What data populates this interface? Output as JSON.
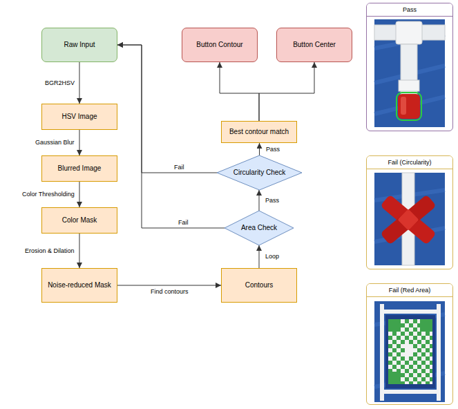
{
  "diagram": {
    "nodes": [
      {
        "text": [
          "Raw Input"
        ]
      },
      {
        "text": [
          "HSV Image"
        ]
      },
      {
        "text": [
          "Blurred Image"
        ]
      },
      {
        "text": [
          "Color Mask"
        ]
      },
      {
        "text": [
          "Noise-reduced Mask"
        ]
      },
      {
        "text": [
          "Button Contour"
        ]
      },
      {
        "text": [
          "Button Center"
        ]
      },
      {
        "text": [
          "Best contour match"
        ]
      },
      {
        "text": [
          "Circularity Check"
        ]
      },
      {
        "text": [
          "Area Check"
        ]
      },
      {
        "text": [
          "Contours"
        ]
      },
      {
        "text": [
          "Pass"
        ]
      },
      {
        "text": [
          "Fail (Circularity)"
        ]
      },
      {
        "text": [
          "Fail (Red Area)"
        ]
      }
    ],
    "edges": [
      {
        "from": 0,
        "to": 1,
        "label": "BGR2HSV",
        "arrow": "to"
      },
      {
        "from": 1,
        "to": 2,
        "label": "Gaussian Blur",
        "arrow": "to"
      },
      {
        "from": 2,
        "to": 3,
        "label": "Color Thresholding",
        "arrow": "to"
      },
      {
        "from": 3,
        "to": 4,
        "label": "Erosion & Dilation",
        "arrow": "to"
      },
      {
        "from": 4,
        "to": 10,
        "label": "Find contours",
        "arrow": "to"
      },
      {
        "from": 10,
        "to": 9,
        "label": "Loop",
        "arrow": "to"
      },
      {
        "from": 9,
        "to": 8,
        "label": "Pass",
        "arrow": "to"
      },
      {
        "from": 8,
        "to": 7,
        "label": "Pass",
        "arrow": "to"
      },
      {
        "from": 9,
        "to": 0,
        "label": "Fail",
        "arrow": "to"
      },
      {
        "from": 8,
        "to": 0,
        "label": "Fail",
        "arrow": "to"
      },
      {
        "from": 7,
        "to": 5,
        "arrow": "to"
      },
      {
        "from": 7,
        "to": 6,
        "arrow": "to"
      }
    ]
  }
}
